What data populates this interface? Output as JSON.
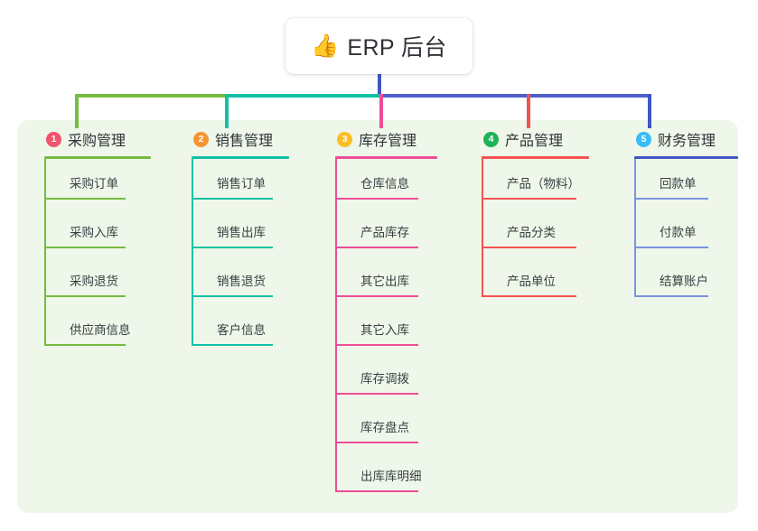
{
  "root": {
    "icon": "thumbs-up-icon",
    "icon_glyph": "👍",
    "label": "ERP 后台"
  },
  "palette": {
    "panel_bg": "#eef7e9",
    "page_bg": "#ffffff",
    "root_stem": "#4056c4",
    "text": "#2f3337"
  },
  "columns": [
    {
      "number": "1",
      "label": "采购管理",
      "badge_color": "#f2536d",
      "line_color": "#77bb41",
      "rule_width": 118,
      "leaf_rule_width": 90,
      "items": [
        {
          "label": "采购订单"
        },
        {
          "label": "采购入库"
        },
        {
          "label": "采购退货"
        },
        {
          "label": "供应商信息"
        }
      ]
    },
    {
      "number": "2",
      "label": "销售管理",
      "badge_color": "#f79433",
      "line_color": "#12c2a6",
      "rule_width": 108,
      "leaf_rule_width": 90,
      "items": [
        {
          "label": "销售订单"
        },
        {
          "label": "销售出库"
        },
        {
          "label": "销售退货"
        },
        {
          "label": "客户信息"
        }
      ]
    },
    {
      "number": "3",
      "label": "库存管理",
      "badge_color": "#fbbe24",
      "line_color": "#ee4d96",
      "rule_width": 113,
      "leaf_rule_width": 92,
      "items": [
        {
          "label": "仓库信息"
        },
        {
          "label": "产品库存"
        },
        {
          "label": "其它出库"
        },
        {
          "label": "其它入库"
        },
        {
          "label": "库存调拨"
        },
        {
          "label": "库存盘点"
        },
        {
          "label": "出库库明细"
        }
      ]
    },
    {
      "number": "4",
      "label": "产品管理",
      "badge_color": "#1eb356",
      "line_color": "#f4524e",
      "rule_width": 119,
      "leaf_rule_width": 105,
      "items": [
        {
          "label": "产品（物料）"
        },
        {
          "label": "产品分类"
        },
        {
          "label": "产品单位"
        }
      ]
    },
    {
      "number": "5",
      "label": "财务管理",
      "badge_color": "#38bdf8",
      "line_color": "#7a94dd",
      "head_rule_color": "#4056c4",
      "rule_width": 115,
      "leaf_rule_width": 82,
      "items": [
        {
          "label": "回款单"
        },
        {
          "label": "付款单"
        },
        {
          "label": "结算账户"
        }
      ]
    }
  ]
}
